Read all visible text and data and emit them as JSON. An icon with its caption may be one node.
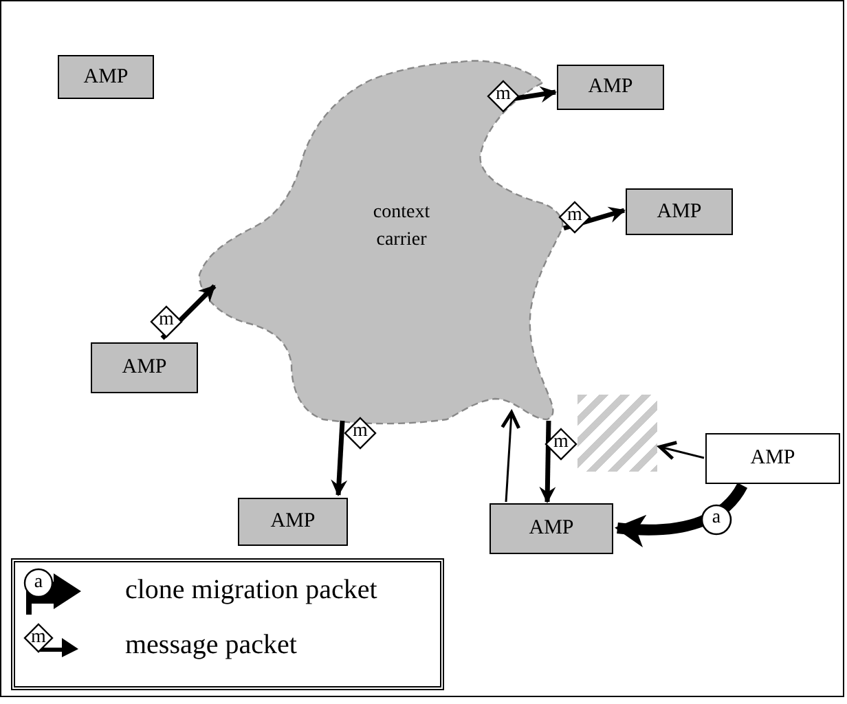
{
  "diagram": {
    "nodes": [
      {
        "text": [
          "AMP"
        ]
      },
      {
        "text": [
          "context carrier"
        ]
      },
      {
        "text": [
          "AMP"
        ]
      },
      {
        "text": [
          "AMP"
        ]
      },
      {
        "text": [
          "AMP"
        ]
      },
      {
        "text": [
          "AMP"
        ]
      },
      {
        "text": [
          "AMP"
        ]
      },
      {
        "text": [
          "AMP"
        ]
      },
      {
        "text": [],
        "shape": "box"
      }
    ],
    "edges": [
      {
        "from": 1,
        "to": 2,
        "arrow": "to",
        "label": "m"
      },
      {
        "from": 1,
        "to": 3,
        "arrow": "to",
        "label": "m"
      },
      {
        "from": 4,
        "to": 1,
        "arrow": "to",
        "label": "m"
      },
      {
        "from": 1,
        "to": 5,
        "arrow": "to",
        "label": "m"
      },
      {
        "from": 1,
        "to": 6,
        "arrow": "to",
        "label": "m"
      },
      {
        "from": 6,
        "to": 1,
        "arrow": "to"
      },
      {
        "from": 7,
        "to": 8,
        "arrow": "to"
      },
      {
        "from": 7,
        "to": 6,
        "arrow": "to",
        "label": "a",
        "style": "thick"
      }
    ],
    "labels": [
      "a",
      "m"
    ],
    "legend": [
      {
        "text": "clone migration packet"
      },
      {
        "text": "message packet"
      }
    ]
  }
}
